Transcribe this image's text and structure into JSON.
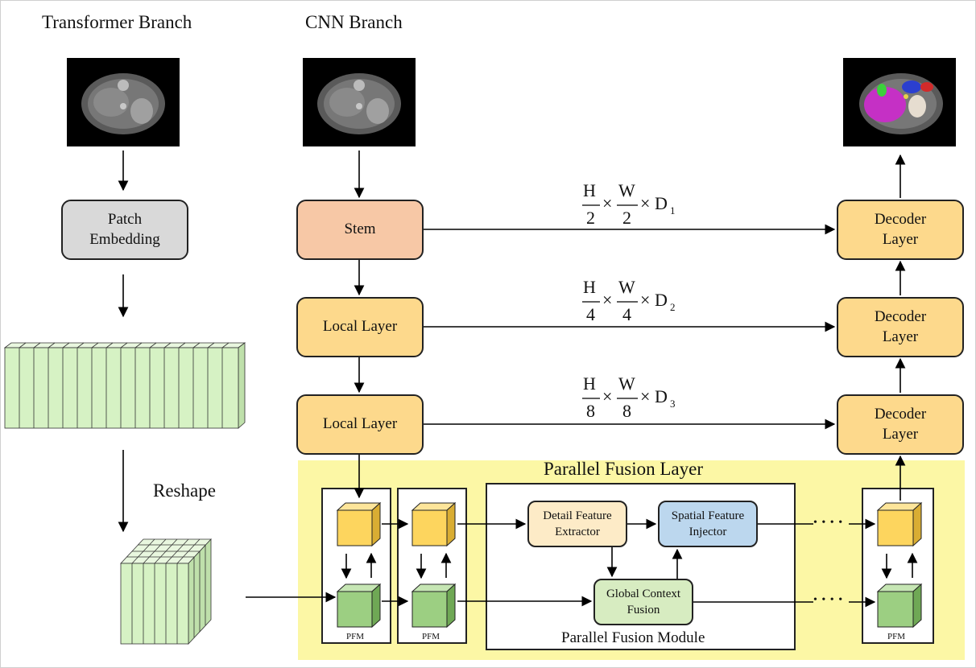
{
  "headers": {
    "transformer": "Transformer Branch",
    "cnn": "CNN Branch"
  },
  "patch_embedding": [
    "Patch",
    "Embedding"
  ],
  "reshape": "Reshape",
  "stem": "Stem",
  "local_layer_1": "Local Layer",
  "local_layer_2": "Local Layer",
  "decoder": [
    "Decoder",
    "Layer"
  ],
  "dims": [
    {
      "h": "H",
      "w": "W",
      "hd": "2",
      "wd": "2",
      "d": "D",
      "sub": "1"
    },
    {
      "h": "H",
      "w": "W",
      "hd": "4",
      "wd": "4",
      "d": "D",
      "sub": "2"
    },
    {
      "h": "H",
      "w": "W",
      "hd": "8",
      "wd": "8",
      "d": "D",
      "sub": "3"
    }
  ],
  "times": "×",
  "parallel_fusion_layer": "Parallel Fusion Layer",
  "parallel_fusion_module": "Parallel Fusion Module",
  "pfm": "PFM",
  "detail_feature_extractor": [
    "Detail Feature",
    "Extractor"
  ],
  "spatial_feature_injector": [
    "Spatial Feature",
    "Injector"
  ],
  "global_context_fusion": [
    "Global Context",
    "Fusion"
  ],
  "ellipsis": "• • • •",
  "colors": {
    "decoder": "#fdd98c",
    "stem": "#f7c8a6",
    "patch_embedding": "#d9d9d9",
    "fusion_bg": "#fcf7a5",
    "cube_yellow": "#fdd55e",
    "cube_green": "#9ccf82",
    "token_green": "#d6f2c4"
  }
}
